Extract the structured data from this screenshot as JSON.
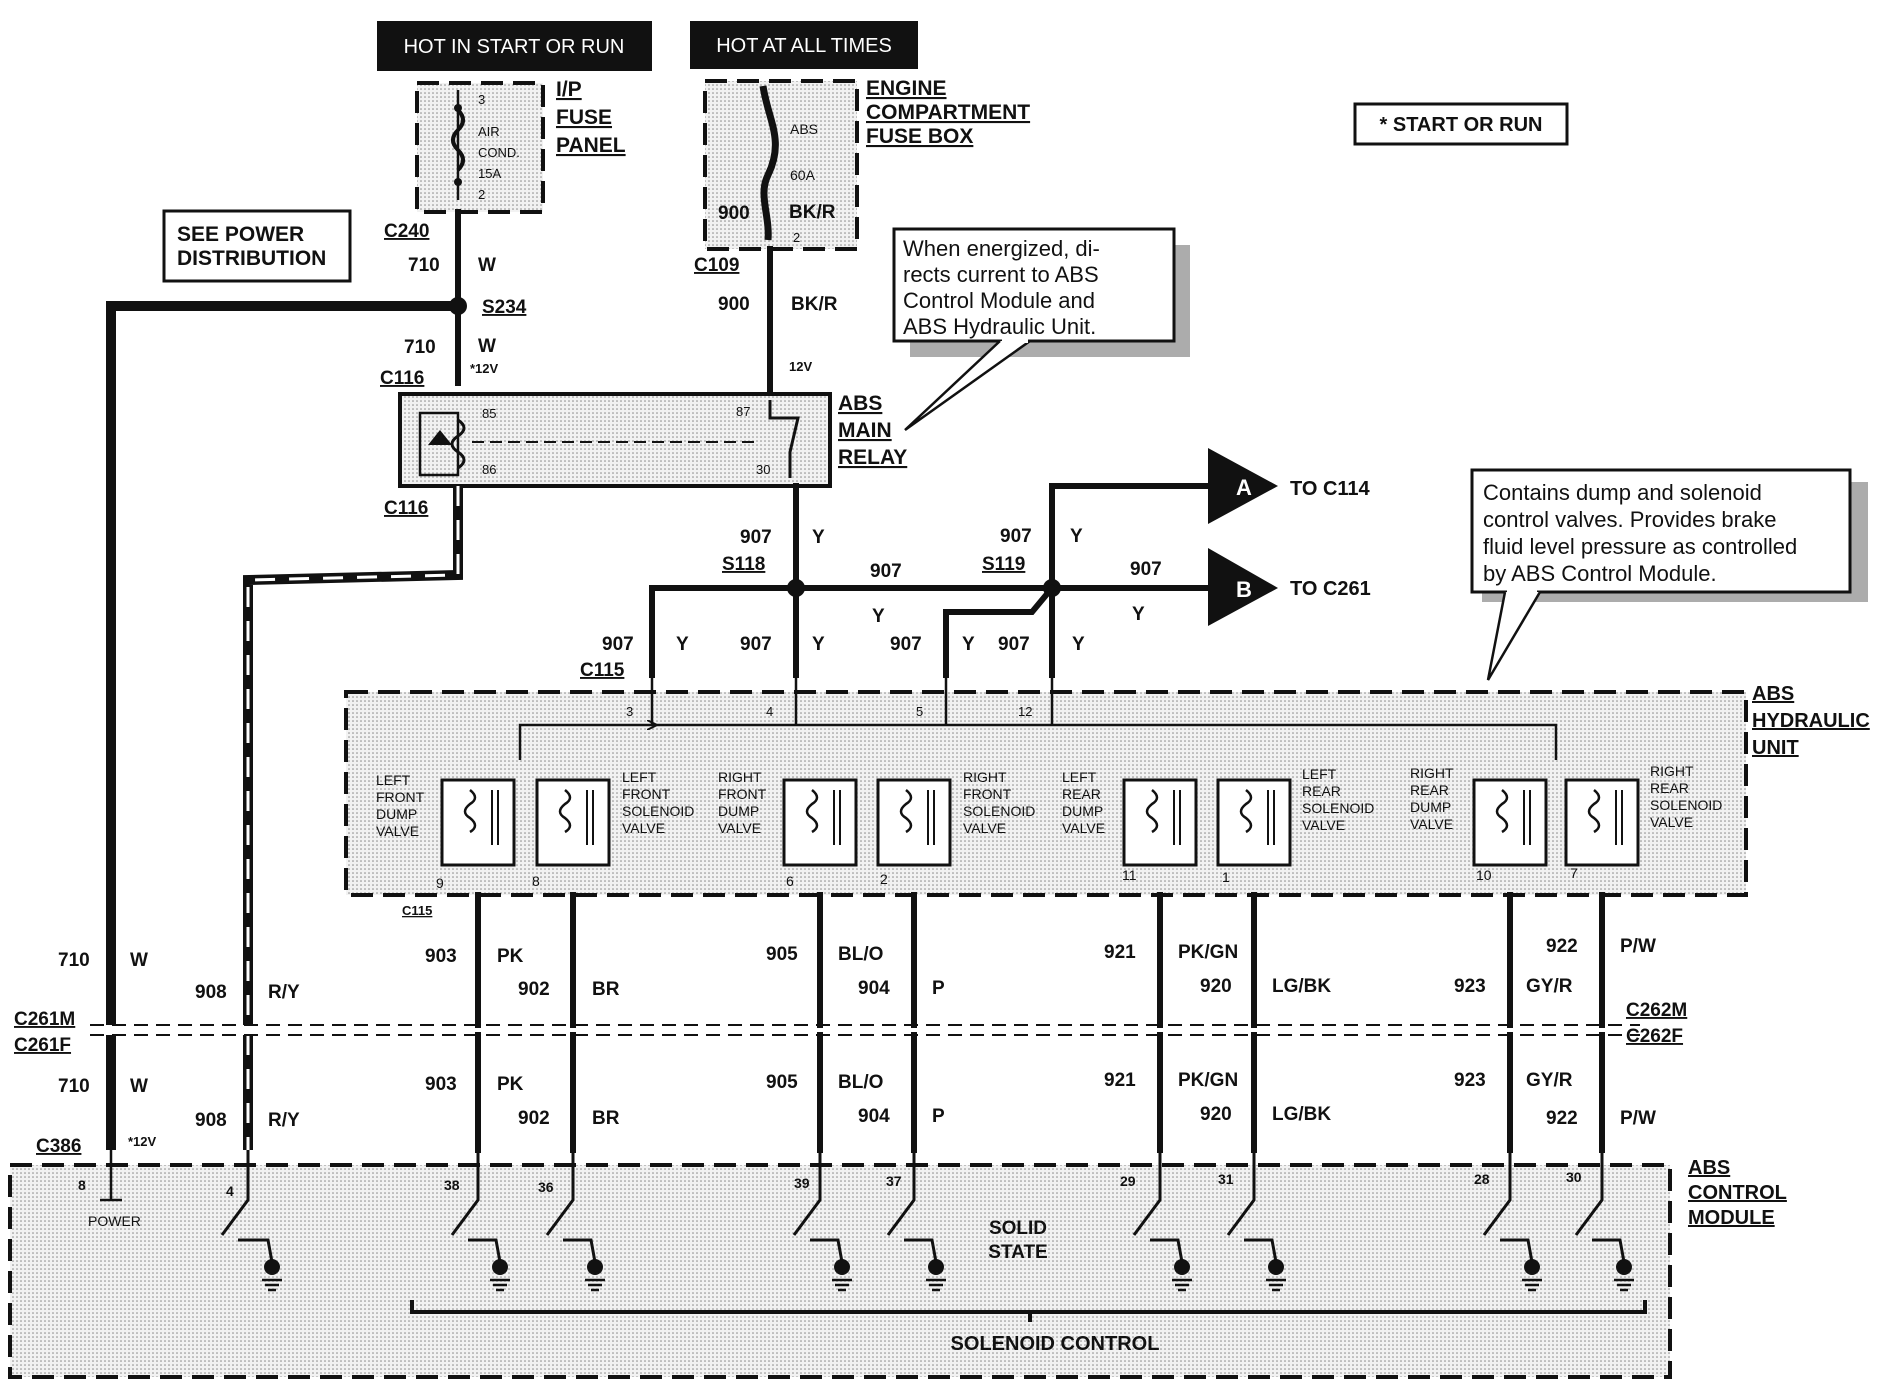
{
  "headers": {
    "hot_start_run": "HOT IN START OR RUN",
    "hot_all_times": "HOT AT ALL TIMES",
    "start_or_run_note": "* START OR RUN",
    "see_power": [
      "SEE POWER",
      "DISTRIBUTION"
    ]
  },
  "fuse_panel": {
    "label": [
      "I/P",
      "FUSE",
      "PANEL"
    ],
    "pin_top": "3",
    "pin_bottom": "2",
    "fuse_text": [
      "AIR",
      "COND.",
      "15A"
    ]
  },
  "engine_fuse_box": {
    "label": [
      "ENGINE",
      "COMPARTMENT",
      "FUSE BOX"
    ],
    "fuse_text": [
      "ABS",
      "60A"
    ],
    "circuit": "900",
    "color": "BK/R",
    "pin": "2"
  },
  "callouts": {
    "relay_note": [
      "When energized, di-",
      "rects current to ABS",
      "Control Module and",
      "ABS Hydraulic Unit."
    ],
    "hydraulic_note": [
      "Contains dump and solenoid",
      "control valves. Provides brake",
      "fluid level pressure as controlled",
      "by ABS Control Module."
    ]
  },
  "connectors": {
    "c240": "C240",
    "c109": "C109",
    "c116a": "C116",
    "c116b": "C116",
    "s234": "S234",
    "s118": "S118",
    "s119": "S119",
    "c115a": "C115",
    "c115b": "C115",
    "c261m": "C261M",
    "c261f": "C261F",
    "c262m": "C262M",
    "c262f": "C262F",
    "c386": "C386"
  },
  "relay": {
    "label": [
      "ABS",
      "MAIN",
      "RELAY"
    ],
    "pin85": "85",
    "pin86": "86",
    "pin87": "87",
    "pin30": "30"
  },
  "voltage": {
    "v12_star": "*12V",
    "v12": "12V"
  },
  "wires": {
    "c710": "710",
    "w": "W",
    "c900": "900",
    "bkr": "BK/R",
    "c907": "907",
    "y": "Y",
    "c908": "908",
    "ry": "R/Y",
    "c903": "903",
    "pk": "PK",
    "c902": "902",
    "br": "BR",
    "c905": "905",
    "blo": "BL/O",
    "c904": "904",
    "p": "P",
    "c921": "921",
    "pkgn": "PK/GN",
    "c920": "920",
    "lgbk": "LG/BK",
    "c923": "923",
    "gyr": "GY/R",
    "c922": "922",
    "pw": "P/W"
  },
  "arrows": {
    "a": "A",
    "a_to": "TO C114",
    "b": "B",
    "b_to": "TO C261"
  },
  "hydraulic_unit": {
    "label": [
      "ABS",
      "HYDRAULIC",
      "UNIT"
    ],
    "top_pins": [
      "3",
      "4",
      "5",
      "12"
    ],
    "bottom_pins": [
      "9",
      "8",
      "6",
      "2",
      "11",
      "1",
      "10",
      "7"
    ],
    "valves": [
      [
        "LEFT",
        "FRONT",
        "DUMP",
        "VALVE"
      ],
      [
        "LEFT",
        "FRONT",
        "SOLENOID",
        "VALVE"
      ],
      [
        "RIGHT",
        "FRONT",
        "DUMP",
        "VALVE"
      ],
      [
        "RIGHT",
        "FRONT",
        "SOLENOID",
        "VALVE"
      ],
      [
        "LEFT",
        "REAR",
        "DUMP",
        "VALVE"
      ],
      [
        "LEFT",
        "REAR",
        "SOLENOID",
        "VALVE"
      ],
      [
        "RIGHT",
        "REAR",
        "DUMP",
        "VALVE"
      ],
      [
        "RIGHT",
        "REAR",
        "SOLENOID",
        "VALVE"
      ]
    ]
  },
  "control_module": {
    "label": [
      "ABS",
      "CONTROL",
      "MODULE"
    ],
    "pins": [
      "8",
      "4",
      "38",
      "36",
      "39",
      "37",
      "29",
      "31",
      "28",
      "30"
    ],
    "power": "POWER",
    "solid_state": [
      "SOLID",
      "STATE"
    ],
    "solenoid_control": "SOLENOID CONTROL"
  }
}
